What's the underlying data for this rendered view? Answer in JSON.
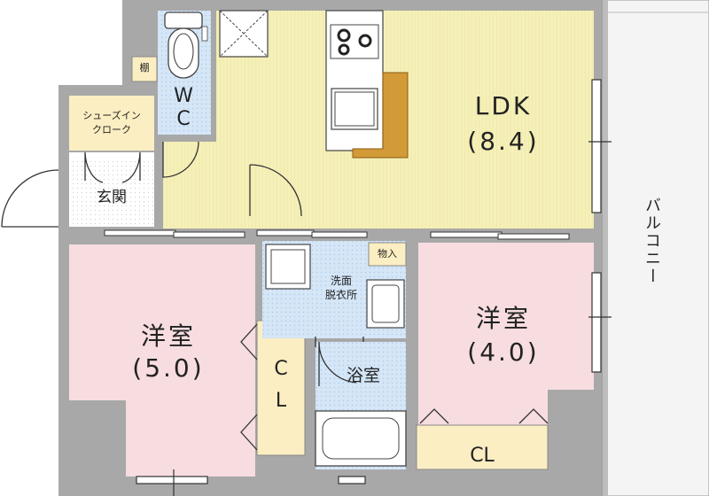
{
  "rooms": {
    "ldk": {
      "label": "LDK",
      "size": "(8.4)"
    },
    "western_a": {
      "label": "洋室",
      "size": "(5.0)"
    },
    "western_b": {
      "label": "洋室",
      "size": "(4.0)"
    },
    "wc": {
      "line1": "W",
      "line2": "C"
    },
    "shoe_closet": {
      "line1": "シューズイン",
      "line2": "クローク"
    },
    "entrance": {
      "label": "玄関"
    },
    "shelf": {
      "label": "棚"
    },
    "washroom": {
      "line1": "洗面",
      "line2": "脱衣所"
    },
    "bath": {
      "label": "浴室"
    },
    "storage": {
      "label": "物入"
    },
    "closet_a": {
      "line1": "C",
      "line2": "L"
    },
    "closet_b": {
      "label": "CL"
    },
    "balcony": {
      "label": "バルコニー"
    }
  },
  "colors": {
    "wall": "#a8a8a8",
    "ldk_floor": "#f5f0b8",
    "room_floor": "#f7dde0",
    "wet_floor": "#d5e6f7",
    "closet_floor": "#fbeec2",
    "kitchen_counter": "#d39a38",
    "balcony": "#f4f4f4",
    "entry_floor": "#ffffff"
  }
}
